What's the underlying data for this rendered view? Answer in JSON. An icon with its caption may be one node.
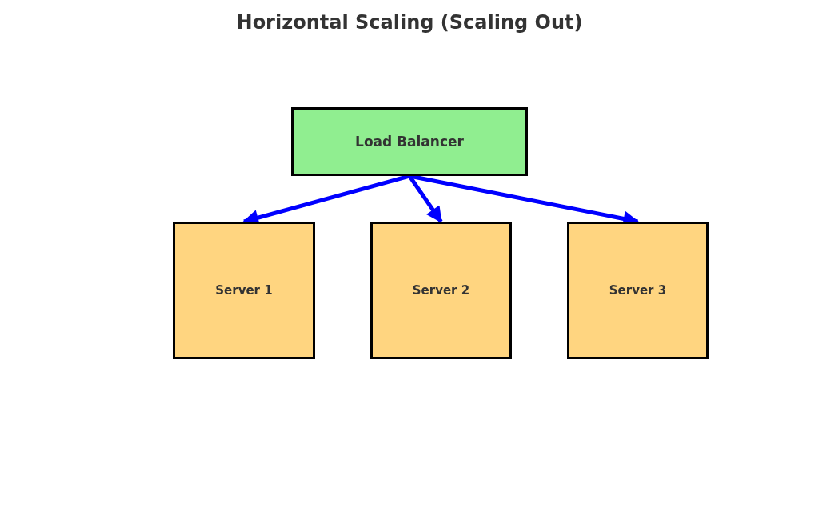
{
  "diagram": {
    "title": "Horizontal Scaling (Scaling Out)",
    "nodes": [
      {
        "text": [
          "Load Balancer"
        ]
      },
      {
        "text": [
          "Server 1"
        ]
      },
      {
        "text": [
          "Server 2"
        ]
      },
      {
        "text": [
          "Server 3"
        ]
      }
    ],
    "edges": [
      {
        "from": 0,
        "to": 1,
        "arrow": "to"
      },
      {
        "from": 0,
        "to": 2,
        "arrow": "to"
      },
      {
        "from": 0,
        "to": 3,
        "arrow": "to"
      }
    ]
  }
}
